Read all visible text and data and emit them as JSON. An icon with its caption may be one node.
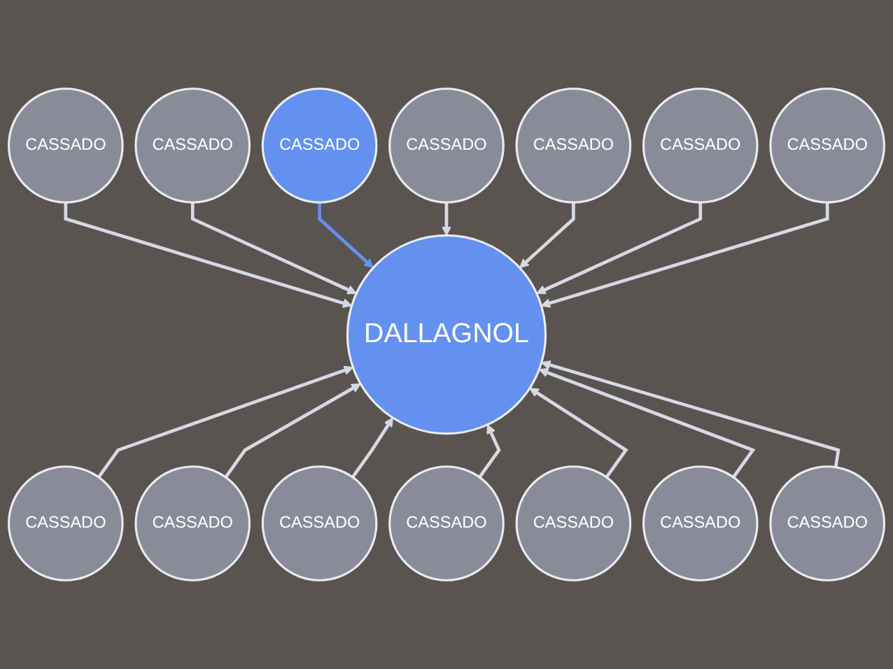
{
  "diagram": {
    "nodes": [
      {
        "text": [
          "CASSADO"
        ]
      },
      {
        "text": [
          "CASSADO"
        ]
      },
      {
        "text": [
          "CASSADO"
        ]
      },
      {
        "text": [
          "CASSADO"
        ]
      },
      {
        "text": [
          "CASSADO"
        ]
      },
      {
        "text": [
          "CASSADO"
        ]
      },
      {
        "text": [
          "CASSADO"
        ]
      },
      {
        "text": [
          "DALLAGNOL"
        ]
      },
      {
        "text": [
          "CASSADO"
        ]
      },
      {
        "text": [
          "CASSADO"
        ]
      },
      {
        "text": [
          "CASSADO"
        ]
      },
      {
        "text": [
          "CASSADO"
        ]
      },
      {
        "text": [
          "CASSADO"
        ]
      },
      {
        "text": [
          "CASSADO"
        ]
      },
      {
        "text": [
          "CASSADO"
        ]
      }
    ],
    "edges": [
      {
        "from": 0,
        "to": 7,
        "arrow": "to"
      },
      {
        "from": 1,
        "to": 7,
        "arrow": "to"
      },
      {
        "from": 2,
        "to": 7,
        "arrow": "to",
        "color": "#6490ef"
      },
      {
        "from": 3,
        "to": 7,
        "arrow": "to"
      },
      {
        "from": 4,
        "to": 7,
        "arrow": "to"
      },
      {
        "from": 5,
        "to": 7,
        "arrow": "to"
      },
      {
        "from": 6,
        "to": 7,
        "arrow": "to"
      },
      {
        "from": 8,
        "to": 7,
        "arrow": "to"
      },
      {
        "from": 9,
        "to": 7,
        "arrow": "to"
      },
      {
        "from": 10,
        "to": 7,
        "arrow": "to"
      },
      {
        "from": 11,
        "to": 7,
        "arrow": "to"
      },
      {
        "from": 12,
        "to": 7,
        "arrow": "to"
      },
      {
        "from": 13,
        "to": 7,
        "arrow": "to"
      },
      {
        "from": 14,
        "to": 7,
        "arrow": "to"
      }
    ]
  }
}
